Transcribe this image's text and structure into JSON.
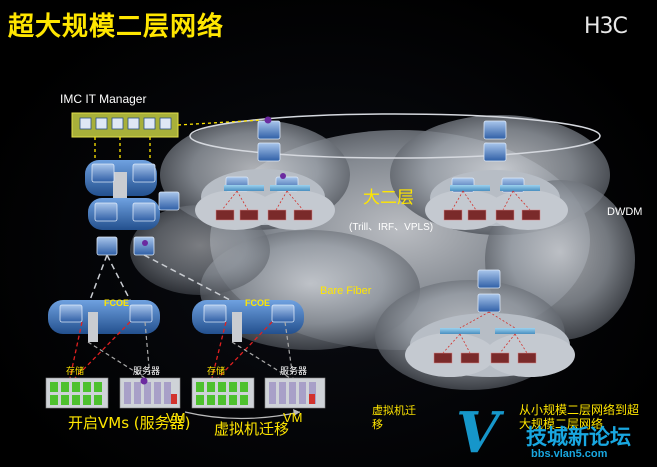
{
  "title": "超大规模二层网络",
  "logo_text": "H3C",
  "labels": {
    "imc": "IMC IT Manager",
    "large_l2": "大二层",
    "protocols": "(Trill、IRF、VPLS)",
    "dwdm": "DWDM",
    "bare_fiber": "Bare Fiber",
    "fcoe_left": "FCOE",
    "fcoe_right": "FCOE",
    "storage_left": "存储",
    "server_left": "服务器",
    "storage_right": "存储",
    "server_right": "服务器",
    "vm_left": "VM",
    "vm_right": "VM",
    "enable_vms": "开启VMs (服务器)",
    "vm_migration": "虚拟机迁移",
    "vm_migration_small": "虚拟机迁移",
    "evolution": "从小规模二层网络到超大规模二层网络"
  },
  "watermark": {
    "glyph": "V",
    "text": "技城新论坛",
    "url": "bbs.vlan5.com"
  },
  "colors": {
    "title": "#ffe600",
    "label_yellow": "#ffe600",
    "switch_blue": "#3c6fb7",
    "fcoe_blue": "#3a74c4",
    "cloud": "#9ea3ab",
    "watermark": "#19a7e0"
  }
}
